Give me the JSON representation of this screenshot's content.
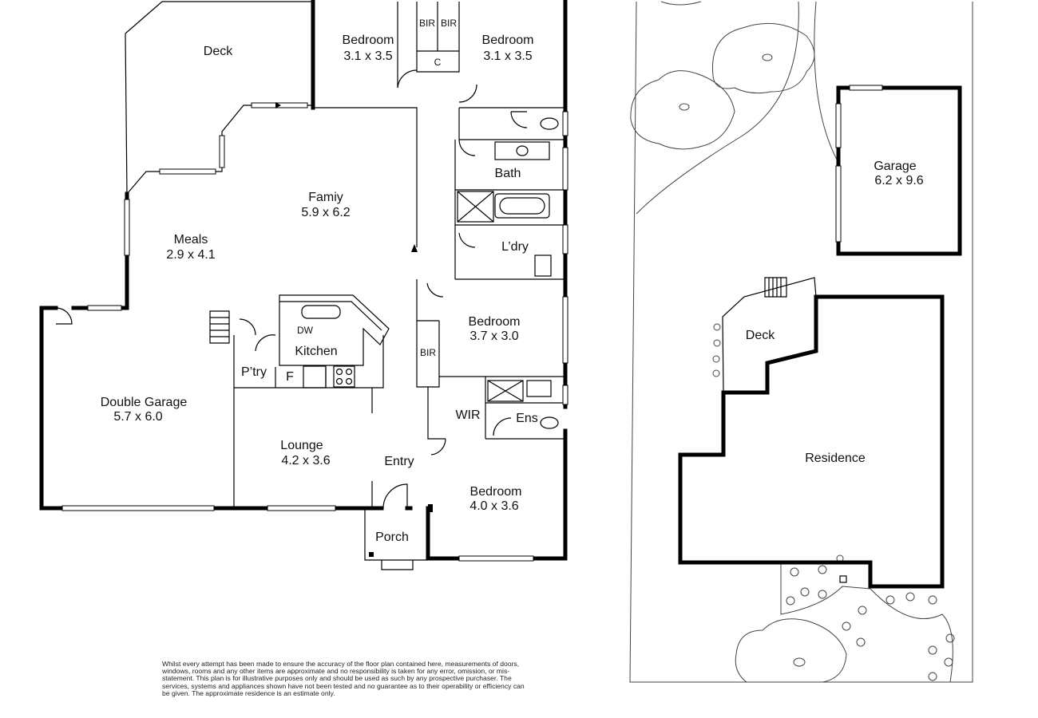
{
  "rooms": {
    "deck_main": "Deck",
    "bedroom_a": {
      "name": "Bedroom",
      "size": "3.1 x 3.5"
    },
    "bedroom_b": {
      "name": "Bedroom",
      "size": "3.1 x 3.5"
    },
    "bir_a": "BIR",
    "bir_b": "BIR",
    "cupboard": "C",
    "bath": "Bath",
    "family": {
      "name": "Famiy",
      "size": "5.9 x 6.2"
    },
    "meals": {
      "name": "Meals",
      "size": "2.9 x 4.1"
    },
    "laundry": "L’dry",
    "bedroom_c": {
      "name": "Bedroom",
      "size": "3.7 x 3.0"
    },
    "bir_c": "BIR",
    "kitchen": "Kitchen",
    "dishwasher": "DW",
    "pantry": "P’try",
    "fridge": "F",
    "double_garage": {
      "name": "Double Garage",
      "size": "5.7 x 6.0"
    },
    "wir": "WIR",
    "ensuite": "Ens",
    "lounge": {
      "name": "Lounge",
      "size": "4.2 x 3.6"
    },
    "entry": "Entry",
    "bedroom_d": {
      "name": "Bedroom",
      "size": "4.0 x 3.6"
    },
    "porch": "Porch"
  },
  "site": {
    "garage": {
      "name": "Garage",
      "size": "6.2 x 9.6"
    },
    "deck": "Deck",
    "residence": "Residence"
  },
  "disclaimer": "Whilst every attempt has been made to ensure the accuracy of the floor plan contained here, measurements of doors, windows, rooms and any other items are approximate and no responsibility is taken for any error, omission, or mis-statement.  This plan is for illustrative purposes only and should be used as such by any prospective purchaser.  The services, systems and appliances shown have not been tested and no guarantee as to their operability or efficiency can be given.  The approximate residence is an estimate only."
}
